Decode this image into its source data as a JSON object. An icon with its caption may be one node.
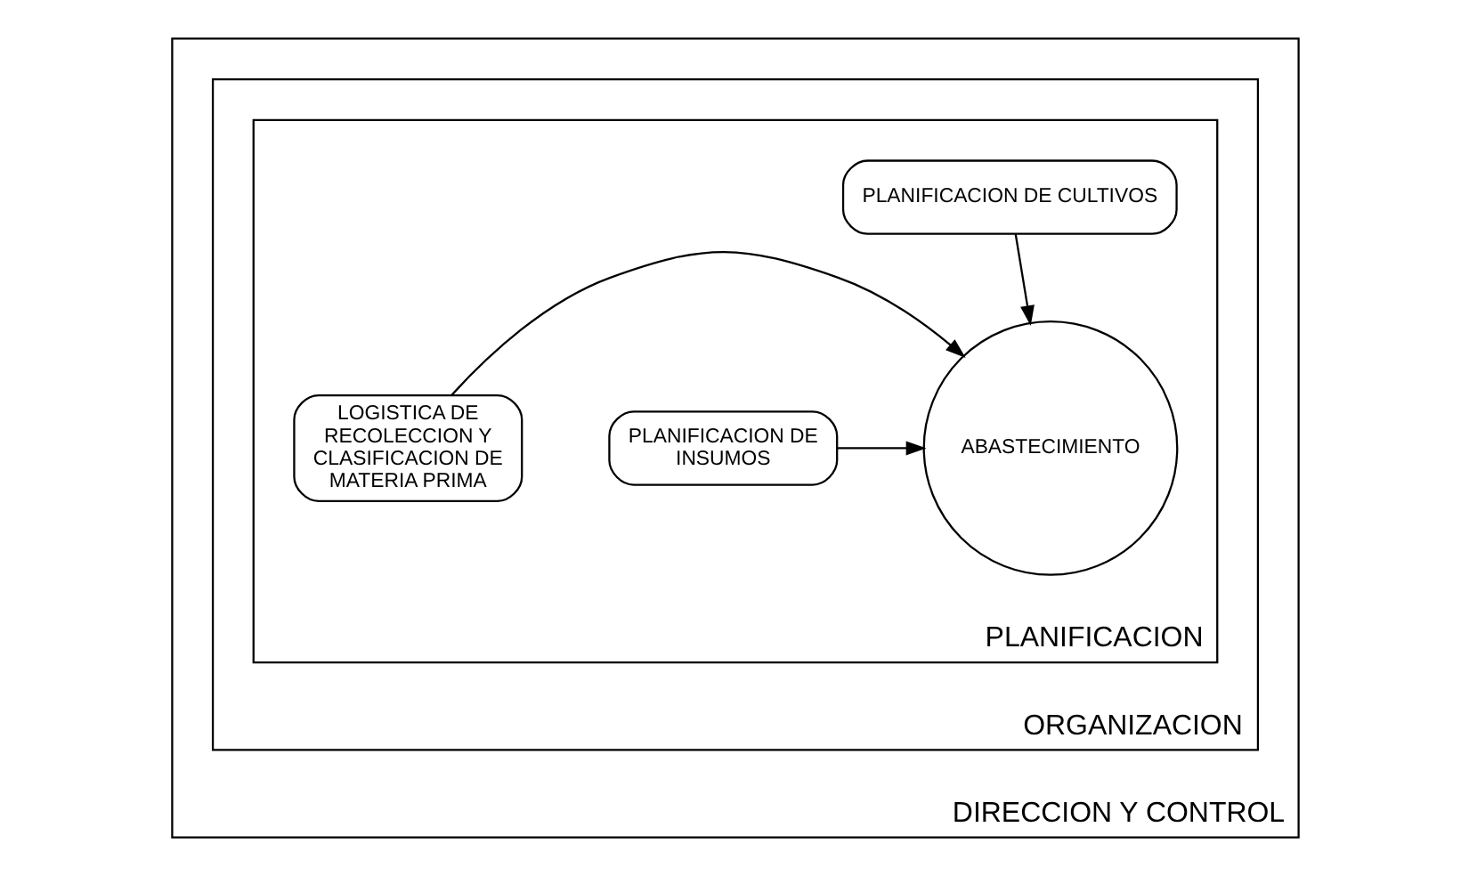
{
  "diagram": {
    "nodes": [
      {
        "text": [
          "DIRECCION Y CONTROL"
        ]
      },
      {
        "text": [
          "ORGANIZACION"
        ],
        "in": 0
      },
      {
        "text": [
          "PLANIFICACION"
        ],
        "in": 1
      },
      {
        "text": [
          "PLANIFICACION DE CULTIVOS"
        ],
        "in": 2
      },
      {
        "text": [
          "PLANIFICACION DE INSUMOS"
        ],
        "in": 2
      },
      {
        "text": [
          "ABASTECIMIENTO"
        ],
        "in": 2
      },
      {
        "text": [
          "LOGISTICA DE RECOLECCION Y CLASIFICACION DE MATERIA PRIMA"
        ],
        "in": 2
      }
    ],
    "edges": [
      {
        "from": 3,
        "to": 5,
        "arrow": "to"
      },
      {
        "from": 4,
        "to": 5,
        "arrow": "to"
      },
      {
        "from": 6,
        "to": 5,
        "arrow": "to"
      }
    ]
  }
}
